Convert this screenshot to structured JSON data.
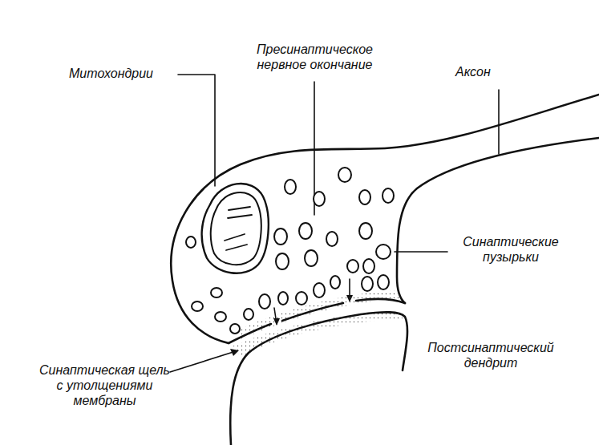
{
  "diagram": {
    "labels": [
      "Митохондрии",
      "Пресинаптическое нервное окончание",
      "Аксон",
      "Синаптические пузырьки",
      "Постсинаптический дендрит",
      "Синаптическая щель с утолщениями мембраны"
    ]
  }
}
